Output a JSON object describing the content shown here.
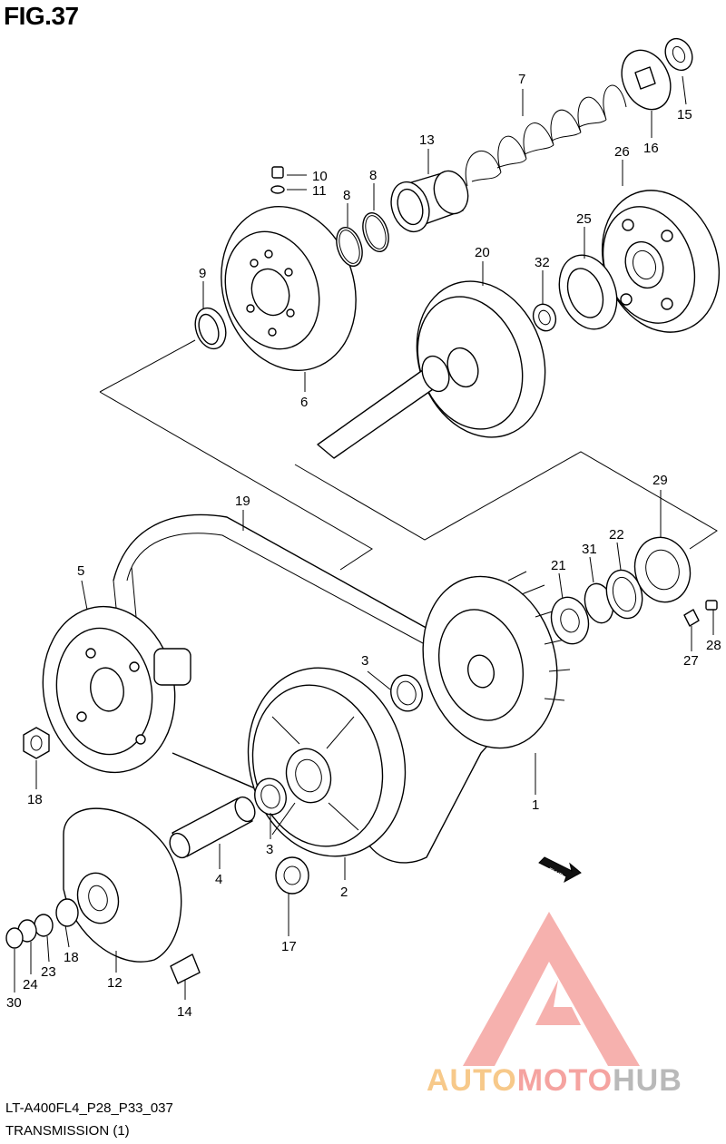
{
  "figure": {
    "title": "FIG.37",
    "code": "LT-A400FL4_P28_P33_037",
    "name": "TRANSMISSION (1)"
  },
  "callouts": [
    "1",
    "2",
    "3",
    "3",
    "4",
    "5",
    "6",
    "7",
    "8",
    "8",
    "9",
    "10",
    "11",
    "12",
    "13",
    "14",
    "15",
    "16",
    "17",
    "18",
    "18",
    "19",
    "20",
    "21",
    "22",
    "23",
    "24",
    "25",
    "26",
    "27",
    "28",
    "29",
    "30",
    "31",
    "32"
  ],
  "labels": {
    "l1": "1",
    "l2": "2",
    "l3a": "3",
    "l3b": "3",
    "l4": "4",
    "l5": "5",
    "l6": "6",
    "l7": "7",
    "l8a": "8",
    "l8b": "8",
    "l9": "9",
    "l10": "10",
    "l11": "11",
    "l12": "12",
    "l13": "13",
    "l14": "14",
    "l15": "15",
    "l16": "16",
    "l17": "17",
    "l18a": "18",
    "l18b": "18",
    "l19": "19",
    "l20": "20",
    "l21": "21",
    "l22": "22",
    "l23": "23",
    "l24": "24",
    "l25": "25",
    "l26": "26",
    "l27": "27",
    "l28": "28",
    "l29": "29",
    "l30": "30",
    "l31": "31",
    "l32": "32"
  },
  "direction_tag": "FWD",
  "watermark": {
    "word_a": "AUTO",
    "word_b": "MOTO",
    "word_c": "HUB",
    "colors": {
      "orange": "#f7c98a",
      "pink": "#f5a3a0",
      "grey": "#b9b9b9"
    }
  }
}
